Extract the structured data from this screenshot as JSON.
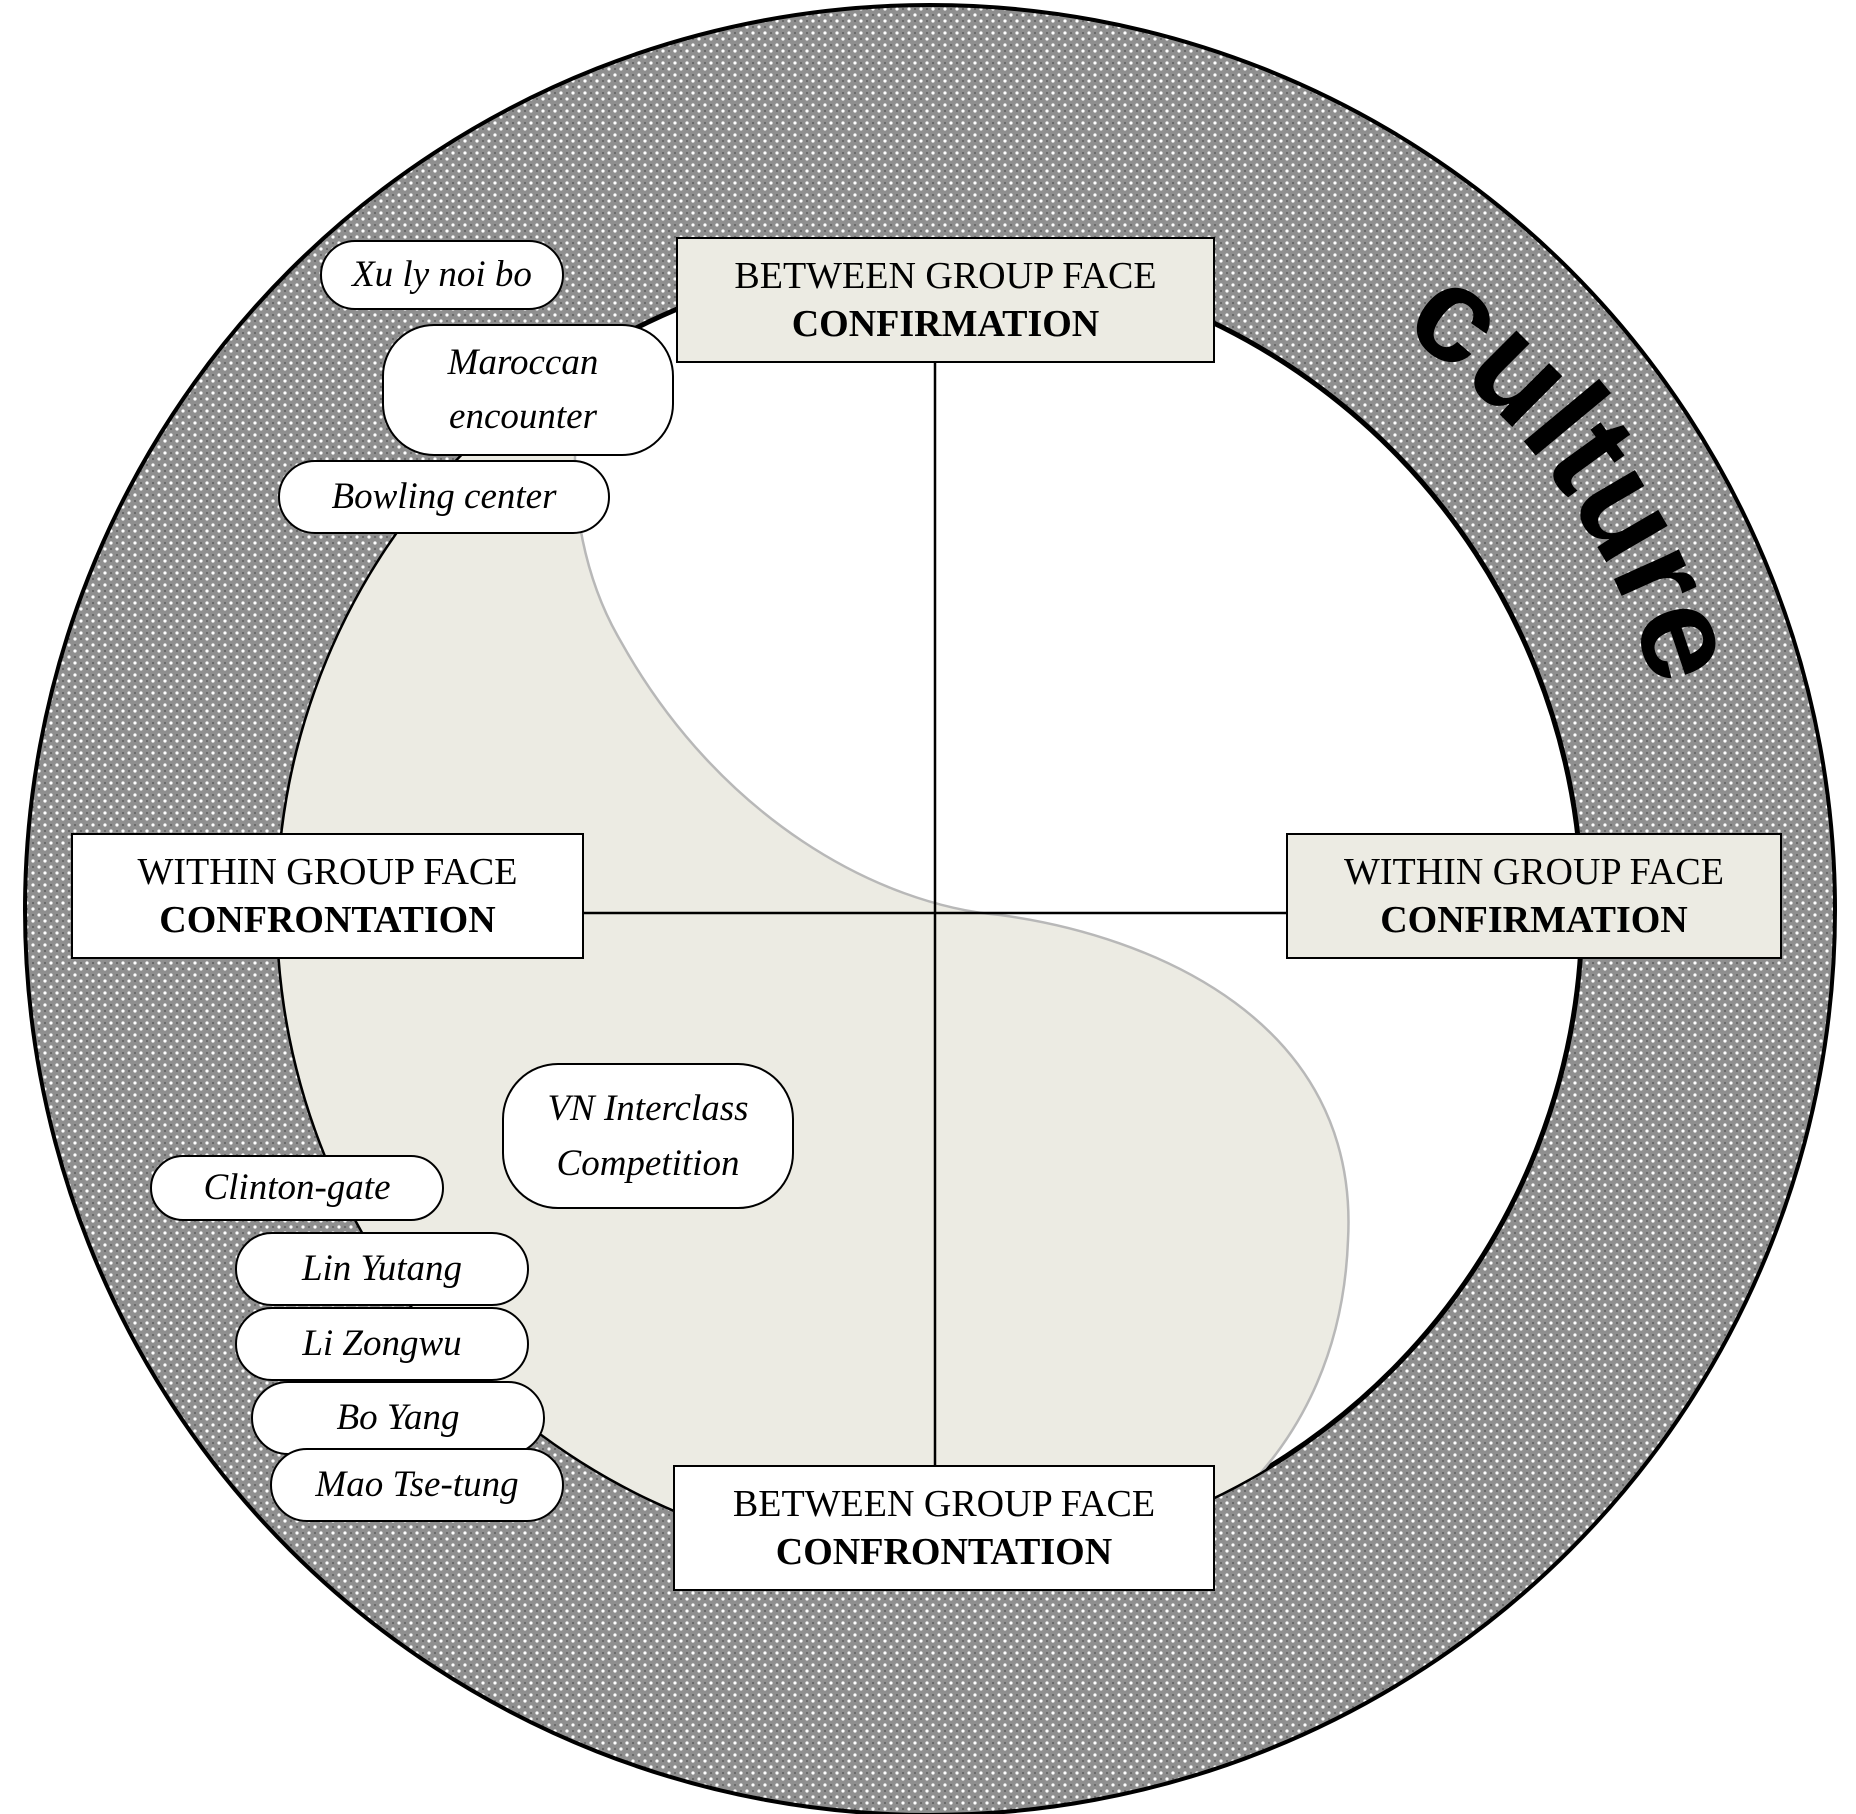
{
  "colors": {
    "ring_fill": "#8f8f8f",
    "ring_dots": "#ffffff",
    "swirl_fill": "#ecebe3",
    "box_tint": "#ecebe3",
    "box_white": "#ffffff",
    "line": "#000000"
  },
  "ring_label": "culture",
  "quadrant_boxes": {
    "top": {
      "line1": "BETWEEN GROUP FACE",
      "line2": "CONFIRMATION"
    },
    "left": {
      "line1": "WITHIN GROUP FACE",
      "line2": "CONFRONTATION"
    },
    "right": {
      "line1": "WITHIN GROUP FACE",
      "line2": "CONFIRMATION"
    },
    "bottom": {
      "line1": "BETWEEN GROUP FACE",
      "line2": "CONFRONTATION"
    }
  },
  "cases": {
    "xu_ly_noi_bo": "Xu ly noi bo",
    "maroccan_encounter": "Maroccan encounter",
    "bowling_center": "Bowling center",
    "vn_interclass_competition": "VN Interclass Competition",
    "clinton_gate": "Clinton-gate",
    "lin_yutang": "Lin Yutang",
    "li_zongwu": "Li Zongwu",
    "bo_yang": "Bo Yang",
    "mao_tse_tung": "Mao Tse-tung"
  }
}
